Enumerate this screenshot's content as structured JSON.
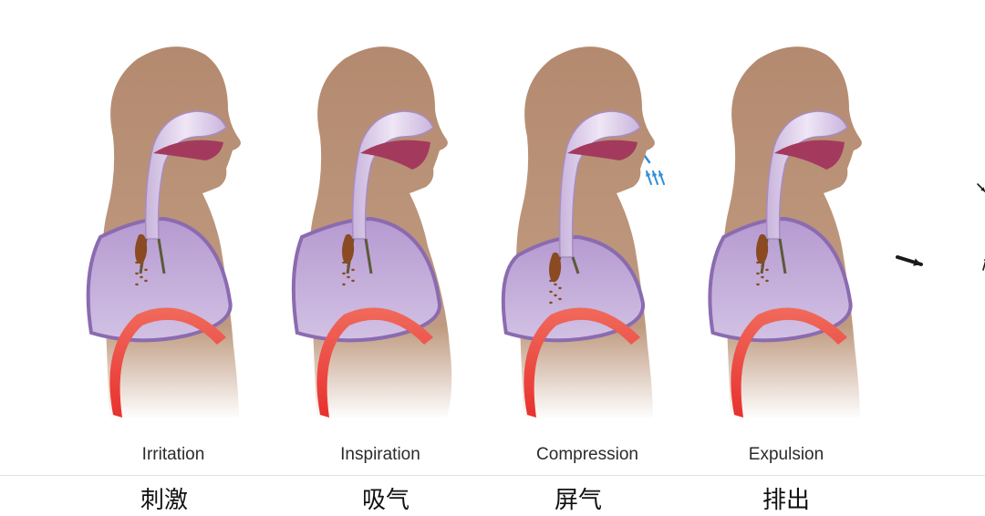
{
  "colors": {
    "skin": "#b48a6f",
    "lung_fill": "#c7b3dc",
    "lung_edge": "#8b6bb0",
    "airway_fill": "#d9c8e6",
    "mouth": "#a33a5e",
    "diaphragm": "#e8403a",
    "mucus": "#8a4a22",
    "arrow_black": "#1a1a1a",
    "arrow_white": "#ffffff",
    "arrow_blue": "#2f8fd8"
  },
  "stages": [
    {
      "label": "Irritation",
      "label_cn": "刺激"
    },
    {
      "label": "Inspiration",
      "label_cn": "吸气"
    },
    {
      "label": "Compression",
      "label_cn": "屏气"
    },
    {
      "label": "Expulsion",
      "label_cn": "排出"
    }
  ]
}
